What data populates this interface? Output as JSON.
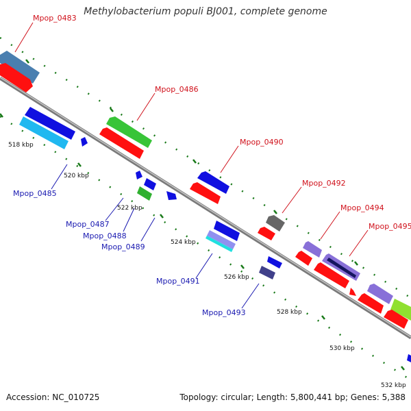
{
  "header": {
    "title": "Methylobacterium populi BJ001, complete genome"
  },
  "footer": {
    "accession": "Accession: NC_010725",
    "summary": "Topology: circular; Length: 5,800,441 bp; Genes: 5,388"
  },
  "kbp_ticks": [
    "518 kbp",
    "520 kbp",
    "522 kbp",
    "524 kbp",
    "526 kbp",
    "528 kbp",
    "530 kbp",
    "532 kbp"
  ],
  "gene_labels": {
    "forward": [
      "Mpop_0483",
      "Mpop_0486",
      "Mpop_0490",
      "Mpop_0492",
      "Mpop_0494",
      "Mpop_0495"
    ],
    "reverse": [
      "Mpop_0485",
      "Mpop_0487",
      "Mpop_0488",
      "Mpop_0489",
      "Mpop_0491",
      "Mpop_0493"
    ]
  },
  "colors": {
    "forward_label": "#d0101a",
    "reverse_label": "#1818b0",
    "backbone": "#8a8a8a",
    "tick": "#1a7a1a",
    "cds": "#ff1010"
  }
}
